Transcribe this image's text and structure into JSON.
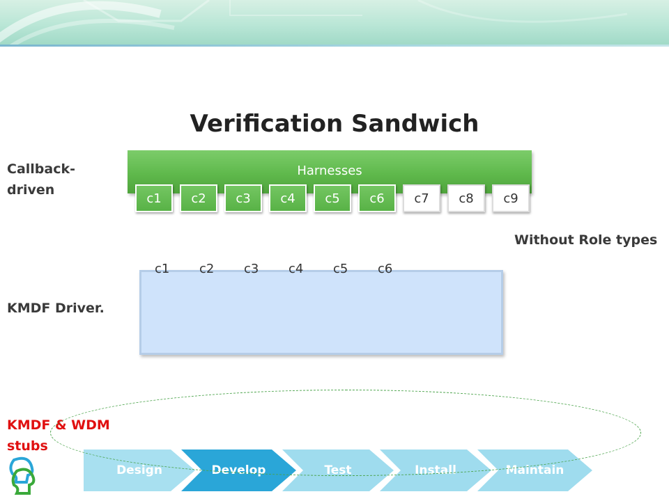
{
  "slide": {
    "title": "Verification Sandwich",
    "labels": {
      "callback": [
        "Callback-",
        "driven"
      ],
      "kmdf_driver": "KMDF Driver.",
      "stubs": [
        "KMDF & WDM",
        "stubs"
      ],
      "without_role_types": "Without Role types"
    },
    "harness": {
      "label": "Harnesses",
      "callbacks": [
        {
          "label": "c1",
          "style": "green"
        },
        {
          "label": "c2",
          "style": "green"
        },
        {
          "label": "c3",
          "style": "green"
        },
        {
          "label": "c4",
          "style": "green"
        },
        {
          "label": "c5",
          "style": "green"
        },
        {
          "label": "c6",
          "style": "green"
        },
        {
          "label": "c7",
          "style": "plain"
        },
        {
          "label": "c8",
          "style": "plain"
        },
        {
          "label": "c9",
          "style": "plain"
        }
      ]
    },
    "driver": {
      "callbacks": [
        "c1",
        "c2",
        "c3",
        "c4",
        "c5",
        "c6"
      ]
    },
    "lifecycle": [
      "Design",
      "Develop",
      "Test",
      "Install",
      "Maintain"
    ]
  },
  "colors": {
    "harness_green": "#5fb94c",
    "driver_blue": "#cfe3fb",
    "stubs_red": "#e01010",
    "active_step": "#2aa6d8",
    "inactive_step": "#9fdcee"
  },
  "icons": {
    "logo": "two-heads-icon"
  }
}
